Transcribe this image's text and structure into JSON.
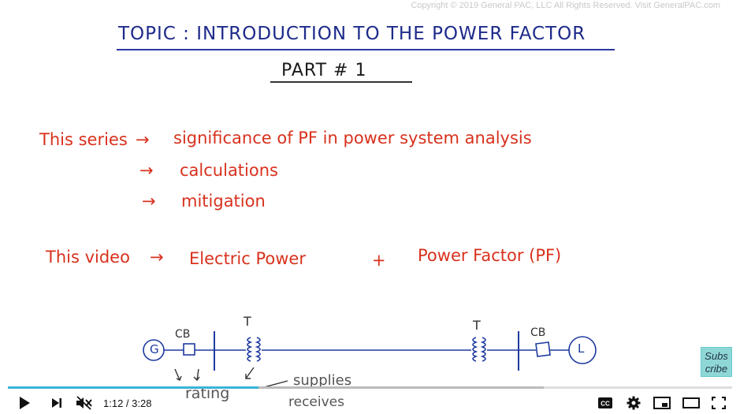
{
  "copyright": "Copyright © 2019 General PAC, LLC All Rights Reserved. Visit GeneralPAC.com",
  "slide": {
    "title": "TOPIC : INTRODUCTION TO THE POWER FACTOR",
    "part": "PART # 1",
    "series_label": "This series",
    "series_items": [
      "significance of PF in power system analysis",
      "calculations",
      "mitigation"
    ],
    "video_label": "This video",
    "video_item_1": "Electric Power",
    "plus": "+",
    "video_item_2": "Power Factor (PF)"
  },
  "diagram": {
    "generator": "G",
    "load": "L",
    "cb_left": "CB",
    "cb_right": "CB",
    "t_left": "T",
    "t_right": "T",
    "rating": "rating",
    "supplies": "supplies",
    "receives": "receives"
  },
  "subscribe": "Subs cribe",
  "player": {
    "current_time": "1:12",
    "duration": "3:28",
    "progress": 0.346,
    "buffered": 0.74
  }
}
